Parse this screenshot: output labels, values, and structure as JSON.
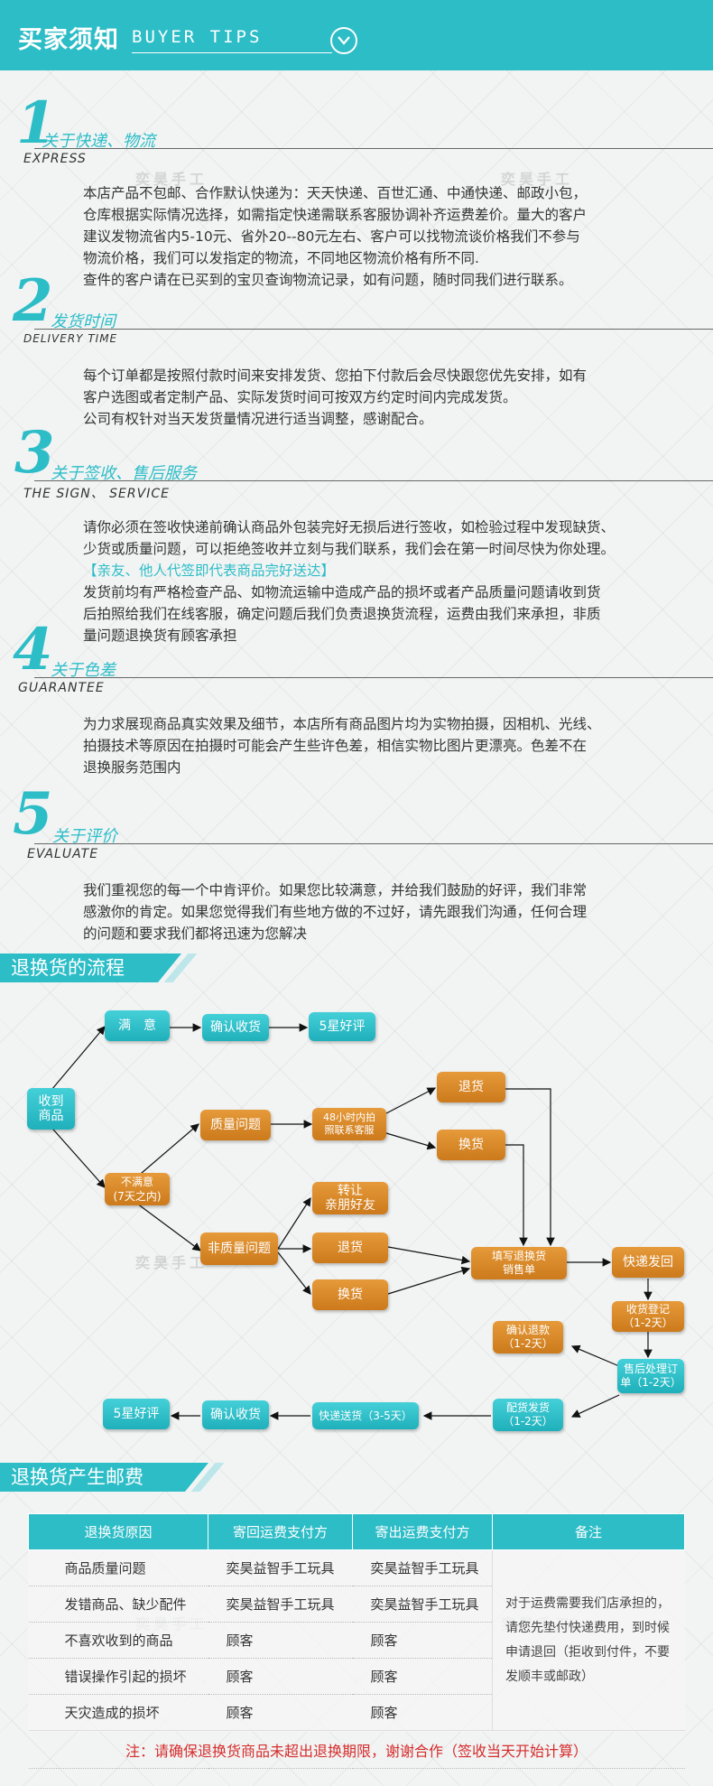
{
  "header": {
    "title": "买家须知",
    "subtitle": "BUYER TIPS"
  },
  "watermark": "奕昊手工",
  "sections": [
    {
      "num": "1",
      "title": "关于快递、物流",
      "en": "EXPRESS",
      "lines": [
        "本店产品不包邮、合作默认快递为：天天快递、百世汇通、中通快递、邮政小包，",
        "仓库根据实际情况选择，如需指定快递需联系客服协调补齐运费差价。量大的客户",
        "建议发物流省内5-10元、省外20--80元左右、客户可以找物流谈价格我们不参与",
        "物流价格，我们可以发指定的物流，不同地区物流价格有所不同.",
        " 查件的客户请在已买到的宝贝查询物流记录，如有问题，随时同我们进行联系。"
      ]
    },
    {
      "num": "2",
      "title": "发货时间",
      "en": "DELIVERY TIME",
      "lines": [
        "每个订单都是按照付款时间来安排发货、您拍下付款后会尽快跟您优先安排，如有",
        "客户选图或者定制产品、实际发货时间可按双方约定时间内完成发货。",
        "公司有权针对当天发货量情况进行适当调整，感谢配合。"
      ]
    },
    {
      "num": "3",
      "title": "关于签收、售后服务",
      "en": "THE SIGN、 SERVICE",
      "lines": [
        "请你必须在签收快递前确认商品外包装完好无损后进行签收，如检验过程中发现缺货、",
        "少货或质量问题，可以拒绝签收并立刻与我们联系，我们会在第一时间尽快为你处理。"
      ],
      "highlight": "【亲友、他人代签即代表商品完好送达】",
      "lines2": [
        "发货前均有严格检查产品、如物流运输中造成产品的损坏或者产品质量问题请收到货",
        "后拍照给我们在线客服，确定问题后我们负责退换货流程，运费由我们来承担，非质",
        "量问题退换货有顾客承担"
      ]
    },
    {
      "num": "4",
      "title": "关于色差",
      "en": "GUARANTEE",
      "lines": [
        "为力求展现商品真实效果及细节，本店所有商品图片均为实物拍摄，因相机、光线、",
        "拍摄技术等原因在拍摄时可能会产生些许色差，相信实物比图片更漂亮。色差不在",
        "退换服务范围内"
      ]
    },
    {
      "num": "5",
      "title": "关于评价",
      "en": "EVALUATE",
      "lines": [
        "我们重视您的每一个中肯评价。如果您比较满意，并给我们鼓励的好评，我们非常",
        "感激你的肯定。如果您觉得我们有些地方做的不过好，请先跟我们沟通，任何合理",
        "的问题和要求我们都将迅速为您解决"
      ]
    }
  ],
  "flow": {
    "banner": "退换货的流程",
    "nodes": {
      "receive": "收到\n商品",
      "satisfied": "满　意",
      "confirm1": "确认收货",
      "star1": "5星好评",
      "unsatisfied": "不满意\n(7天之内)",
      "quality": "质量问题",
      "contact": "48小时内拍\n照联系客服",
      "return1": "退货",
      "exchange1": "换货",
      "nonquality": "非质量问题",
      "gift": "转让\n亲朋好友",
      "return2": "退货",
      "exchange2": "换货",
      "form": "填写退换货\n销售单",
      "ship": "快递发回",
      "register": "收货登记\n（1-2天）",
      "aftersale": "售后处理订\n单（1-2天）",
      "refund": "确认退款\n（1-2天）",
      "dispatch": "配货发货\n（1-2天）",
      "delivery": "快递送货（3-5天）",
      "confirm2": "确认收货",
      "star2": "5星好评"
    }
  },
  "fee": {
    "banner": "退换货产生邮费",
    "headers": [
      "退换货原因",
      "寄回运费支付方",
      "寄出运费支付方",
      "备注"
    ],
    "rows": [
      [
        "商品质量问题",
        "奕昊益智手工玩具",
        "奕昊益智手工玩具"
      ],
      [
        "发错商品、缺少配件",
        "奕昊益智手工玩具",
        "奕昊益智手工玩具"
      ],
      [
        "不喜欢收到的商品",
        "顾客",
        "顾客"
      ],
      [
        "错误操作引起的损坏",
        "顾客",
        "顾客"
      ],
      [
        "天灾造成的损坏",
        "顾客",
        "顾客"
      ]
    ],
    "note": "对于运费需要我们店承担的，请您先垫付快递费用，到时候申请退回（拒收到付件，不要发顺丰或邮政）",
    "footer": "注：请确保退换货商品未超出退换期限，谢谢合作（签收当天开始计算）"
  }
}
